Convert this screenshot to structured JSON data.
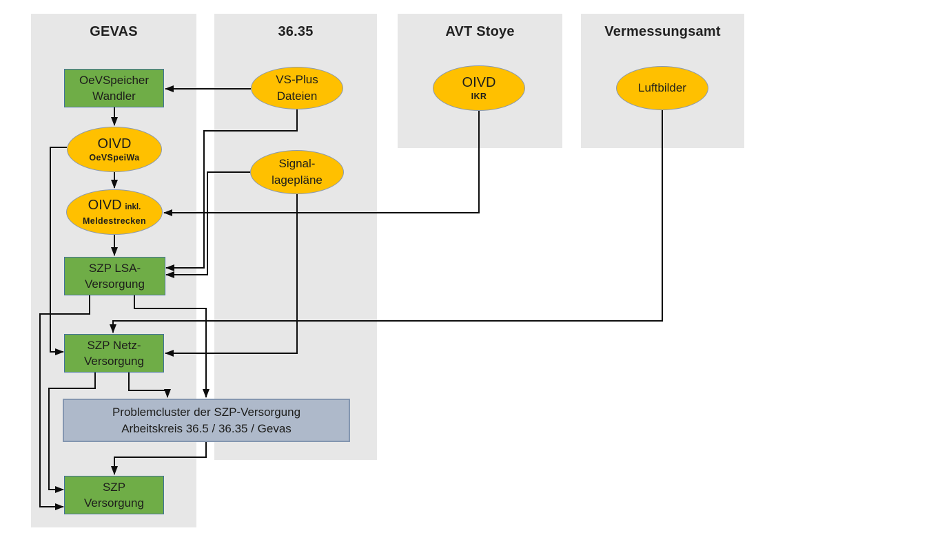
{
  "columns": {
    "gevas": {
      "label": "GEVAS"
    },
    "c3635": {
      "label": "36.35"
    },
    "avt": {
      "label": "AVT Stoye"
    },
    "verm": {
      "label": "Vermessungsamt"
    }
  },
  "nodes": {
    "oev_wandler": {
      "line1": "OeVSpeicher",
      "line2": "Wandler",
      "shape": "rect"
    },
    "oivd_oevspeiwa": {
      "line1": "OIVD",
      "line2": "OeVSpeiWa",
      "shape": "ellipse"
    },
    "oivd_melde": {
      "line1": "OIVD",
      "line1_small": "inkl.",
      "line2": "Meldestrecken",
      "shape": "ellipse"
    },
    "szp_lsa": {
      "line1": "SZP LSA-",
      "line2": "Versorgung",
      "shape": "rect"
    },
    "szp_netz": {
      "line1": "SZP Netz-",
      "line2": "Versorgung",
      "shape": "rect"
    },
    "problemcluster": {
      "line1": "Problemcluster der SZP-Versorgung",
      "line2": "Arbeitskreis 36.5 / 36.35 / Gevas",
      "shape": "rect"
    },
    "szp_versorgung": {
      "line1": "SZP",
      "line2": "Versorgung",
      "shape": "rect"
    },
    "vsplus": {
      "line1": "VS-Plus",
      "line2": "Dateien",
      "shape": "ellipse"
    },
    "signal": {
      "line1": "Signal-",
      "line2": "lagepläne",
      "shape": "ellipse"
    },
    "oivd_ikr": {
      "line1": "OIVD",
      "line2": "IKR",
      "shape": "ellipse"
    },
    "luftbilder": {
      "line1": "Luftbilder",
      "shape": "ellipse"
    }
  },
  "edges": [
    {
      "from": "VS-Plus Dateien",
      "to": "OeVSpeicher Wandler"
    },
    {
      "from": "OeVSpeicher Wandler",
      "to": "OIVD OeVSpeiWa"
    },
    {
      "from": "OIVD OeVSpeiWa",
      "to": "OIVD inkl. Meldestrecken"
    },
    {
      "from": "OIVD IKR",
      "to": "OIVD inkl. Meldestrecken"
    },
    {
      "from": "OIVD inkl. Meldestrecken",
      "to": "SZP LSA-Versorgung"
    },
    {
      "from": "VS-Plus Dateien",
      "to": "SZP LSA-Versorgung"
    },
    {
      "from": "Signal-lagepläne",
      "to": "SZP LSA-Versorgung"
    },
    {
      "from": "OIVD OeVSpeiWa",
      "to": "SZP Netz-Versorgung"
    },
    {
      "from": "Luftbilder",
      "to": "SZP Netz-Versorgung"
    },
    {
      "from": "Signal-lagepläne",
      "to": "SZP Netz-Versorgung"
    },
    {
      "from": "SZP LSA-Versorgung",
      "to": "Problemcluster der SZP-Versorgung"
    },
    {
      "from": "SZP Netz-Versorgung",
      "to": "Problemcluster der SZP-Versorgung"
    },
    {
      "from": "SZP LSA-Versorgung",
      "to": "SZP Versorgung"
    },
    {
      "from": "SZP Netz-Versorgung",
      "to": "SZP Versorgung"
    },
    {
      "from": "Problemcluster der SZP-Versorgung",
      "to": "SZP Versorgung"
    }
  ],
  "colors": {
    "column_bg": "#e7e7e7",
    "process_fill": "#6fad47",
    "process_border": "#41719c",
    "data_fill": "#ffc000",
    "data_border": "#8b99ad",
    "cluster_fill": "#aeb9ca",
    "cluster_border": "#8496b0",
    "edge": "#0d0d0d"
  }
}
